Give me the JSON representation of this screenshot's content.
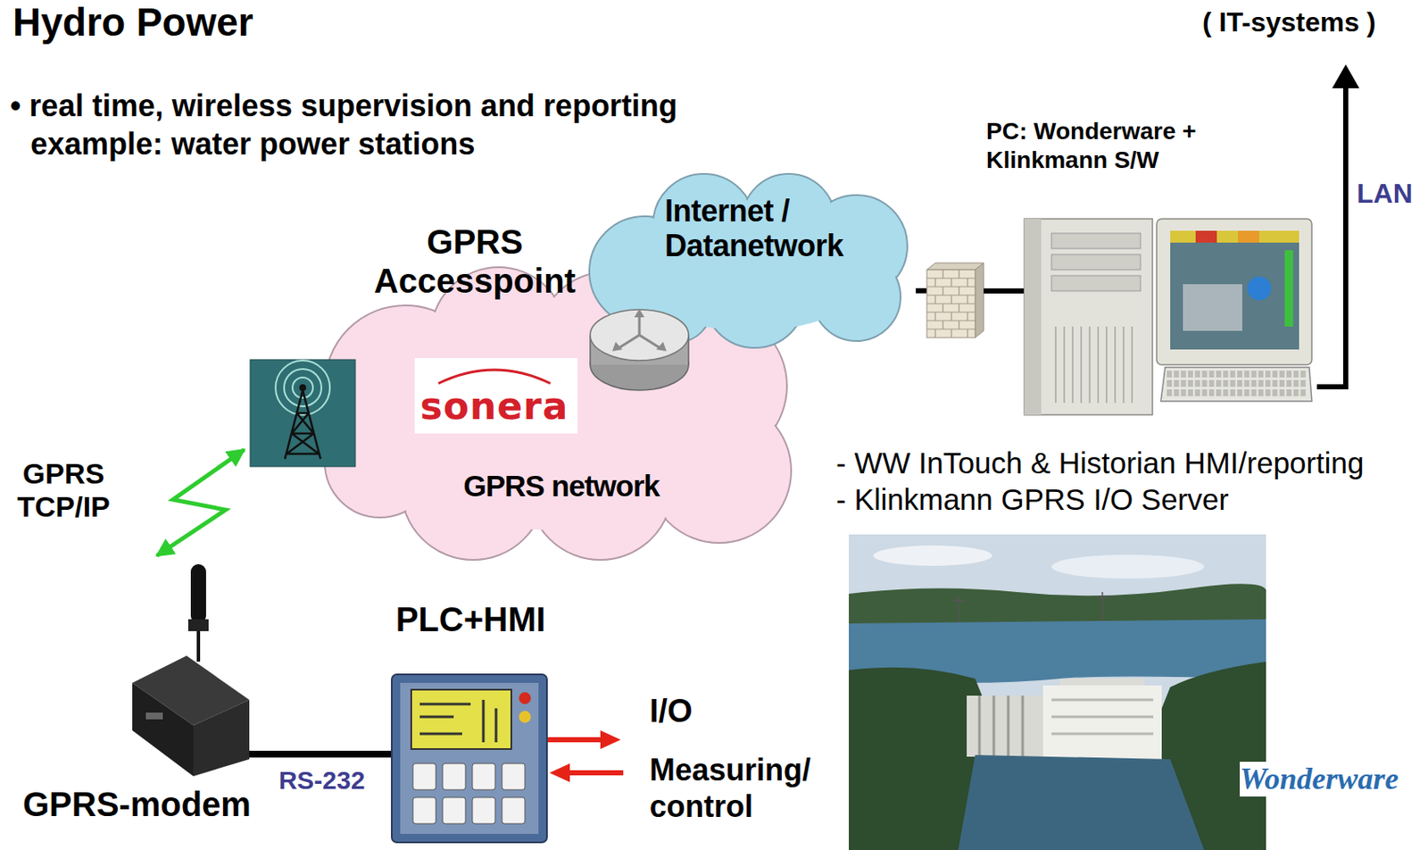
{
  "diagram": {
    "title": "Hydro Power",
    "nodes": [
      {
        "text": [
          "GPRS Accesspoint",
          "GPRS network"
        ]
      },
      {
        "text": [
          "sonera"
        ],
        "in": 0
      },
      {
        "text": [
          "Internet / Datanetwork"
        ]
      },
      {
        "text": [
          "PC: Wonderware + Klinkmann S/W"
        ]
      },
      {
        "text": [
          "GPRS-modem"
        ]
      },
      {
        "text": [
          "PLC+HMI"
        ]
      }
    ],
    "edges": [
      {
        "from": 2,
        "to": 3,
        "arrow": "none"
      },
      {
        "from": 4,
        "to": 0,
        "label": "GPRS TCP/IP",
        "arrow": "both"
      },
      {
        "from": 4,
        "to": 5,
        "label": "RS-232",
        "arrow": "none"
      }
    ],
    "labels": [
      "( IT-systems )",
      "• real time, wireless supervision and reporting example: water power stations",
      "LAN",
      "- WW InTouch & Historian HMI/reporting",
      "- Klinkmann GPRS I/O Server",
      "I/O",
      "Measuring/ control",
      "Wonderware"
    ]
  }
}
